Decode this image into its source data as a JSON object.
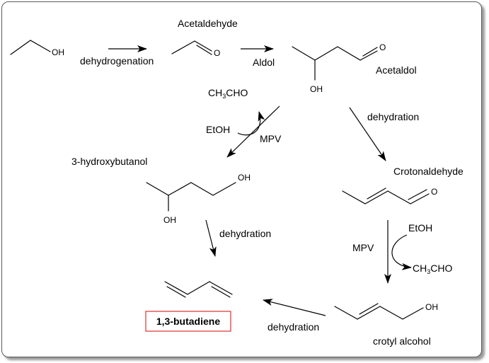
{
  "compounds": {
    "acetaldehyde": "Acetaldehyde",
    "acetaldol": "Acetaldol",
    "hydroxybutanol": "3-hydroxybutanol",
    "crotonaldehyde": "Crotonaldehyde",
    "crotyl_alcohol": "crotyl alcohol",
    "butadiene": "1,3-butadiene"
  },
  "steps": {
    "dehydrogenation": "dehydrogenation",
    "aldol": "Aldol",
    "dehydration_1": "dehydration",
    "dehydration_2": "dehydration",
    "dehydration_3": "dehydration",
    "mpv_1": "MPV",
    "mpv_2": "MPV"
  },
  "reagents": {
    "etoh_1": "EtOH",
    "etoh_2": "EtOH",
    "ch3cho_1_ch": "CH",
    "ch3cho_1_sub": "3",
    "ch3cho_1_cho": "CHO",
    "ch3cho_2_ch": "CH",
    "ch3cho_2_sub": "3",
    "ch3cho_2_cho": "CHO"
  },
  "atoms": {
    "oh": "OH",
    "o": "O"
  },
  "colors": {
    "highlight_box": "#e03030",
    "frame": "#5a5a5a"
  }
}
